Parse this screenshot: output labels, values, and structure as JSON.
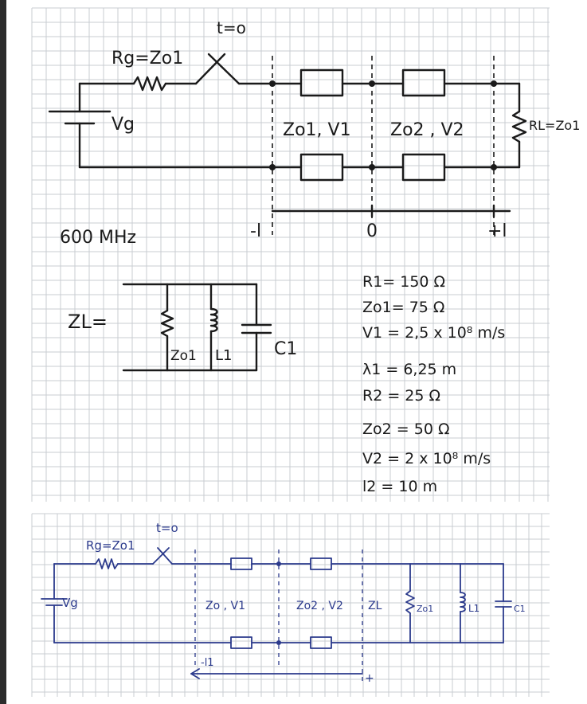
{
  "upper": {
    "switch_label": "t=o",
    "source_resistor_label": "Rg=Zo1",
    "source_label": "Vg",
    "line1_label": "Zo1, V1",
    "line2_label": "Zo2 , V2",
    "load_label": "RL=Zo1",
    "frequency": "600 MHz",
    "axis_left": "-l",
    "axis_zero": "0",
    "axis_right": "+l",
    "zl_label": "ZL=",
    "zl_r_label": "Zo1",
    "zl_l_label": "L1",
    "zl_c_label": "C1"
  },
  "parameters": [
    "R1= 150 Ω",
    "Zo1= 75 Ω",
    "V1 = 2,5 x 10⁸ m/s",
    "λ1 = 6,25 m",
    "R2 = 25 Ω",
    "Zo2 = 50 Ω",
    "V2 = 2 x 10⁸ m/s",
    "l2 = 10 m"
  ],
  "lower": {
    "source_resistor_label": "Rg=Zo1",
    "switch_label": "t=o",
    "source_label": "Vg",
    "line1_label": "Zo , V1",
    "line2_label": "Zo2 , V2",
    "zl_label": "ZL",
    "r_label": "Zo1",
    "l_label": "L1",
    "c_label": "C1",
    "axis_left": "-l1",
    "axis_right": "+"
  }
}
